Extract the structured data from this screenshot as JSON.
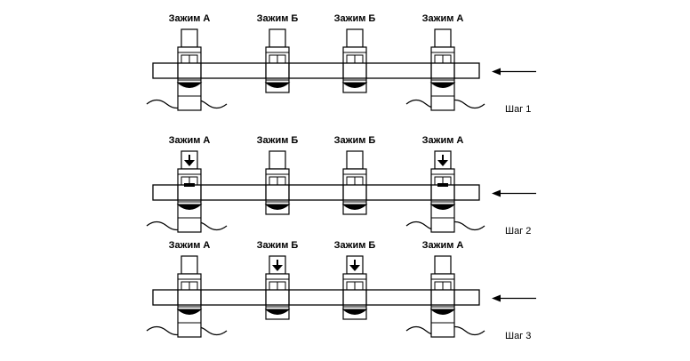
{
  "diagram": {
    "steps": [
      {
        "label": "Шаг 1",
        "clamps": [
          {
            "label": "Зажим А",
            "type": "A",
            "pressed": false
          },
          {
            "label": "Зажим Б",
            "type": "B",
            "pressed": false
          },
          {
            "label": "Зажим Б",
            "type": "B",
            "pressed": false
          },
          {
            "label": "Зажим А",
            "type": "A",
            "pressed": false
          }
        ]
      },
      {
        "label": "Шаг 2",
        "clamps": [
          {
            "label": "Зажим А",
            "type": "A",
            "pressed": true
          },
          {
            "label": "Зажим Б",
            "type": "B",
            "pressed": false
          },
          {
            "label": "Зажим Б",
            "type": "B",
            "pressed": false
          },
          {
            "label": "Зажим А",
            "type": "A",
            "pressed": true
          }
        ]
      },
      {
        "label": "Шаг 3",
        "clamps": [
          {
            "label": "Зажим А",
            "type": "A",
            "pressed": false
          },
          {
            "label": "Зажим Б",
            "type": "B",
            "pressed": true
          },
          {
            "label": "Зажим Б",
            "type": "B",
            "pressed": true
          },
          {
            "label": "Зажим А",
            "type": "A",
            "pressed": false
          }
        ]
      }
    ],
    "feed_arrow_icon": "arrow-left-icon",
    "press_arrow_icon": "arrow-down-icon",
    "colors": {
      "line": "#000000",
      "background": "#ffffff"
    }
  }
}
